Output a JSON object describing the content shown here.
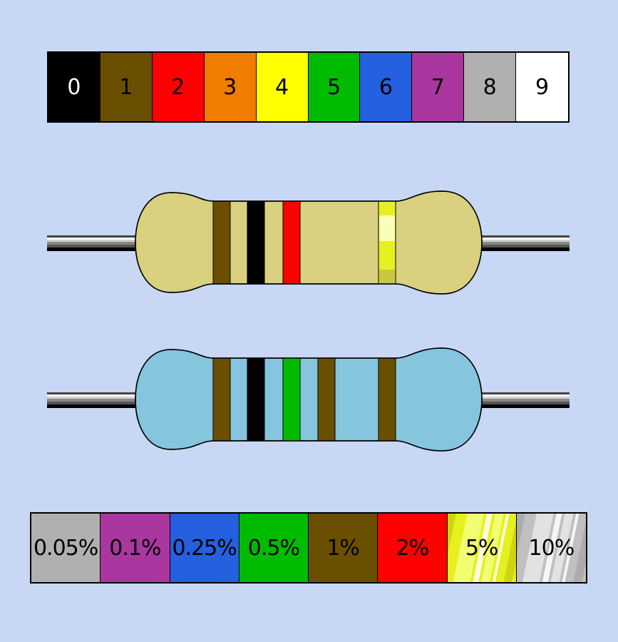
{
  "digits": [
    {
      "label": "0",
      "color": "#000000",
      "text_color": "#ffffff"
    },
    {
      "label": "1",
      "color": "#6b4f00",
      "text_color": "#000000"
    },
    {
      "label": "2",
      "color": "#ff0000",
      "text_color": "#000000"
    },
    {
      "label": "3",
      "color": "#f07c00",
      "text_color": "#000000"
    },
    {
      "label": "4",
      "color": "#ffff00",
      "text_color": "#000000"
    },
    {
      "label": "5",
      "color": "#00bb00",
      "text_color": "#000000"
    },
    {
      "label": "6",
      "color": "#2460e0",
      "text_color": "#000000"
    },
    {
      "label": "7",
      "color": "#aa37a0",
      "text_color": "#000000"
    },
    {
      "label": "8",
      "color": "#b0b0b0",
      "text_color": "#000000"
    },
    {
      "label": "9",
      "color": "#ffffff",
      "text_color": "#000000"
    }
  ],
  "resistors": [
    {
      "body_color": "#d9d080",
      "bands": [
        "#6b4f00",
        "#000000",
        "#ff0000",
        "gold"
      ]
    },
    {
      "body_color": "#85c5de",
      "bands": [
        "#6b4f00",
        "#000000",
        "#00bb00",
        "#6b4f00",
        "#6b4f00"
      ]
    }
  ],
  "tolerances": [
    {
      "label": "0.05%",
      "color": "#b0b0b0",
      "pattern": ""
    },
    {
      "label": "0.1%",
      "color": "#aa37a0",
      "pattern": ""
    },
    {
      "label": "0.25%",
      "color": "#2460e0",
      "pattern": ""
    },
    {
      "label": "0.5%",
      "color": "#00bb00",
      "pattern": ""
    },
    {
      "label": "1%",
      "color": "#6b4f00",
      "pattern": ""
    },
    {
      "label": "2%",
      "color": "#ff0000",
      "pattern": ""
    },
    {
      "label": "5%",
      "color": "#e6f020",
      "pattern": "gold"
    },
    {
      "label": "10%",
      "color": "#c0c0c0",
      "pattern": "silver"
    }
  ],
  "colors": {
    "background": "#c8d7f4",
    "outline": "#000000"
  }
}
